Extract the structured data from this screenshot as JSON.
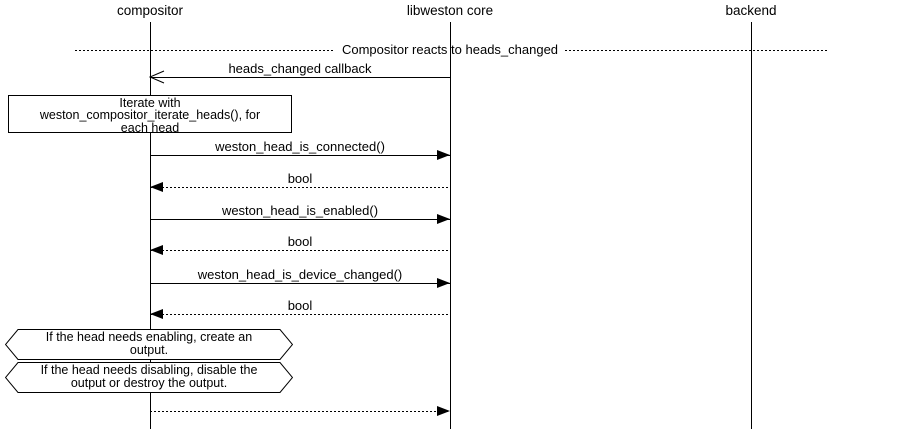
{
  "diagram": {
    "colors": {
      "line": "#000000",
      "background": "#ffffff",
      "text": "#000000"
    },
    "participants": [
      {
        "label": "compositor"
      },
      {
        "label": "libweston core"
      },
      {
        "label": "backend"
      }
    ],
    "title": "Compositor reacts to heads_changed",
    "messages": [
      {
        "label": "heads_changed callback",
        "from": "libweston core",
        "to": "compositor",
        "line": "solid",
        "arrowhead": "open"
      },
      {
        "label": "weston_head_is_connected()",
        "from": "compositor",
        "to": "libweston core",
        "line": "solid",
        "arrowhead": "filled"
      },
      {
        "label": "bool",
        "from": "libweston core",
        "to": "compositor",
        "line": "dotted",
        "arrowhead": "filled"
      },
      {
        "label": "weston_head_is_enabled()",
        "from": "compositor",
        "to": "libweston core",
        "line": "solid",
        "arrowhead": "filled"
      },
      {
        "label": "bool",
        "from": "libweston core",
        "to": "compositor",
        "line": "dotted",
        "arrowhead": "filled"
      },
      {
        "label": "weston_head_is_device_changed()",
        "from": "compositor",
        "to": "libweston core",
        "line": "solid",
        "arrowhead": "filled"
      },
      {
        "label": "bool",
        "from": "libweston core",
        "to": "compositor",
        "line": "dotted",
        "arrowhead": "filled"
      },
      {
        "label": "",
        "from": "compositor",
        "to": "libweston core",
        "line": "dotted",
        "arrowhead": "filled"
      }
    ],
    "note": {
      "lines": [
        "Iterate with",
        "weston_compositor_iterate_heads(), for",
        "each head"
      ]
    },
    "conditions": [
      {
        "lines": [
          "If the head needs enabling, create an",
          "output."
        ]
      },
      {
        "lines": [
          "If the head needs disabling, disable the",
          "output or destroy the output."
        ]
      }
    ]
  }
}
